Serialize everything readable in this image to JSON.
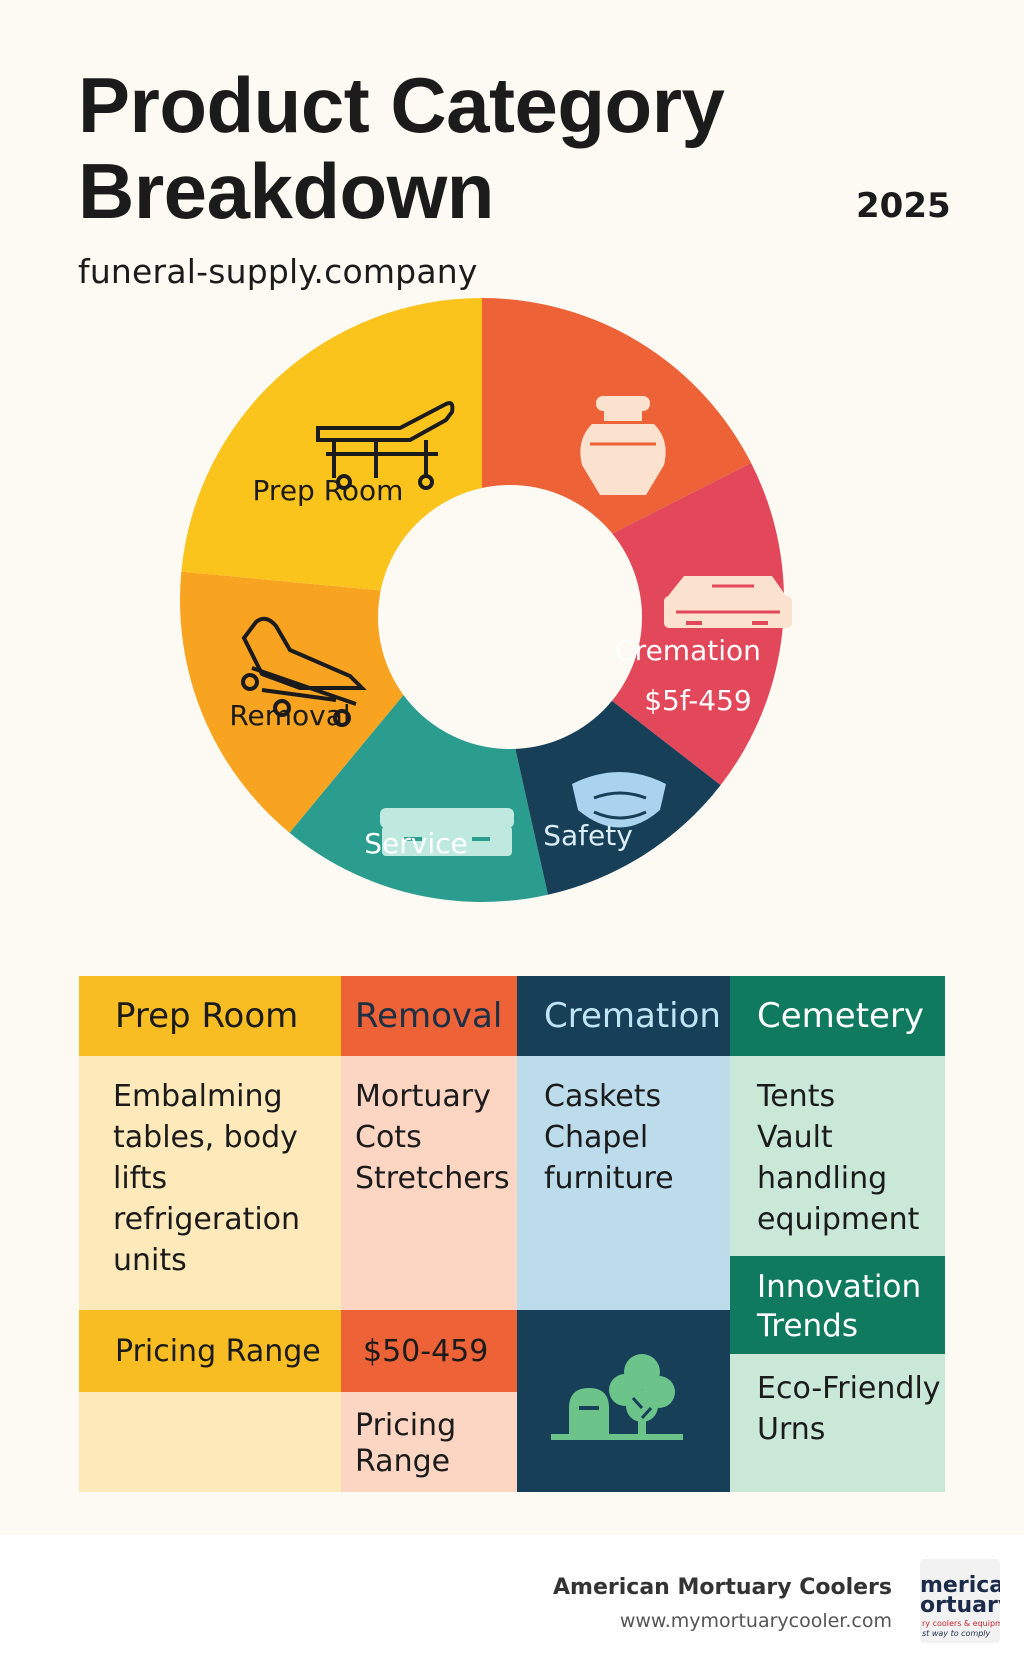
{
  "header": {
    "title": "Product Category Breakdown",
    "year": "2025",
    "subtitle": "funeral-supply.company"
  },
  "chart_data": {
    "type": "pie",
    "title": "Product Category Breakdown",
    "slices": [
      {
        "label": "",
        "value": 17.5,
        "color": "#ee6238",
        "icon": "urn-icon"
      },
      {
        "label": "Cremation",
        "sublabel": "$5f-459",
        "value": 18.0,
        "color": "#e3485a",
        "icon": "cremation-container-icon"
      },
      {
        "label": "Safety",
        "value": 11.0,
        "color": "#173f58",
        "icon": "face-mask-icon"
      },
      {
        "label": "Service",
        "value": 14.5,
        "color": "#2a9d8f",
        "icon": "casket-tray-icon"
      },
      {
        "label": "Removal",
        "value": 15.5,
        "color": "#f8a420",
        "icon": "stretcher-icon"
      },
      {
        "label": "Prep Room",
        "value": 23.5,
        "color": "#fbc41c",
        "icon": "embalming-table-icon"
      }
    ]
  },
  "table": {
    "columns": [
      {
        "header": "Prep Room",
        "header_bg": "#f8bd22",
        "header_color": "#1b1b1b",
        "body_bg": "#fde9b9",
        "items": "Embalming\ntables, body\nlifts\nrefrigeration\nunits",
        "pricing_header": "Pricing Range",
        "pricing_bg": "#f8bd22",
        "pricing_value": ""
      },
      {
        "header": "Removal",
        "header_bg": "#ee6238",
        "header_color": "#1b2f45",
        "body_bg": "#fdd6c3",
        "items": "Mortuary\nCots\nStretchers",
        "pricing_header": "$50-459",
        "pricing_bg": "#ee6238",
        "pricing_value": "Pricing\nRange"
      },
      {
        "header": "Cremation",
        "header_bg": "#173f58",
        "header_color": "#bfe4f5",
        "body_bg": "#bcdcec",
        "items": "Caskets\nChapel\nfurniture",
        "icon": "cemetery-tree-icon",
        "icon_bg": "#173f58"
      },
      {
        "header": "Cemetery",
        "header_bg": "#0f7a5e",
        "header_color": "#ffffff",
        "body_bg": "#c9e8d8",
        "items": "Tents\nVault\nhandling\nequipment",
        "trend_header": "Innovation\nTrends",
        "trend_bg": "#0f7a5e",
        "trend_value": "Eco-Friendly\nUrns"
      }
    ]
  },
  "footer": {
    "company": "American Mortuary Coolers",
    "url": "www.mymortuarycooler.com",
    "logo_line1": "merican",
    "logo_line2": "ortuary",
    "logo_line3": "ry coolers & equipment",
    "logo_line4": "st way to comply"
  }
}
